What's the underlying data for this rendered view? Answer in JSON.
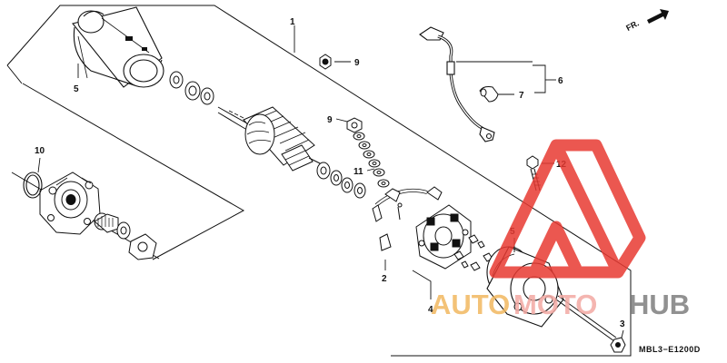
{
  "diagram": {
    "callouts": {
      "c1": "1",
      "c2": "2",
      "c3": "3",
      "c4": "4",
      "c5a": "5",
      "c5b": "5",
      "c6": "6",
      "c7": "7",
      "c9a": "9",
      "c9b": "9",
      "c10": "10",
      "c11": "11",
      "c12": "12"
    },
    "direction_label": "FR.",
    "diagram_code": "MBL3−E1200D"
  },
  "watermark": {
    "text_part1": "AUTO",
    "text_part2": "MOTO",
    "text_part3": "HUB",
    "colors": {
      "auto": "#f2b860",
      "moto": "#f3a9a3",
      "hub": "#7e7e7e",
      "triangle": "#e83a32"
    }
  }
}
